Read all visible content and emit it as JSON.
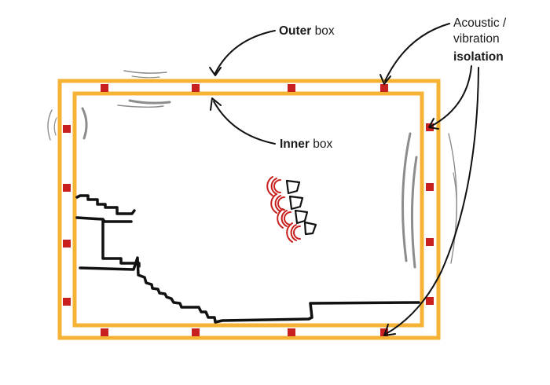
{
  "labels": {
    "outer_bold": "Outer",
    "outer_rest": "box",
    "inner_bold": "Inner",
    "inner_rest": "box",
    "iso_line1": "Acoustic /",
    "iso_line2": "vibration",
    "iso_line3": "isolation"
  },
  "colors": {
    "box": "#f5b335",
    "isolator": "#c8201e",
    "ink": "#111111",
    "sound_waves": "#8c8c8c",
    "vibration": "#c8201e"
  }
}
